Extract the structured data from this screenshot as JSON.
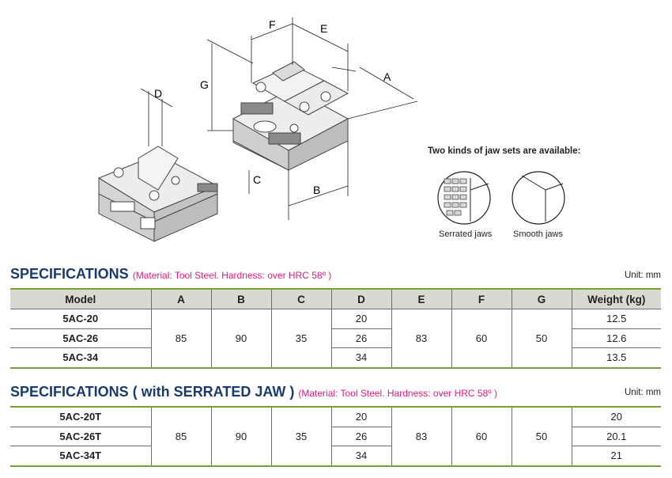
{
  "diagram": {
    "dim_labels": {
      "a": "A",
      "b": "B",
      "c": "C",
      "d": "D",
      "e": "E",
      "f": "F",
      "g": "G"
    },
    "jaw_title": "Two kinds of jaw sets are available:",
    "jaw_types": [
      "Serrated jaws",
      "Smooth jaws"
    ]
  },
  "spec1": {
    "title": "SPECIFICATIONS",
    "note": "(Material: Tool Steel. Hardness: over HRC 58º )",
    "unit": "Unit: mm",
    "headers": [
      "Model",
      "A",
      "B",
      "C",
      "D",
      "E",
      "F",
      "G",
      "Weight (kg)"
    ],
    "models": [
      "5AC-20",
      "5AC-26",
      "5AC-34"
    ],
    "a": "85",
    "b": "90",
    "c": "35",
    "d": [
      "20",
      "26",
      "34"
    ],
    "e": "83",
    "f": "60",
    "g": "50",
    "weights": [
      "12.5",
      "12.6",
      "13.5"
    ]
  },
  "spec2": {
    "title": "SPECIFICATIONS",
    "title_suffix": " ( with SERRATED JAW )",
    "note": "(Material: Tool Steel. Hardness: over HRC 58º )",
    "unit": "Unit: mm",
    "models": [
      "5AC-20T",
      "5AC-26T",
      "5AC-34T"
    ],
    "a": "85",
    "b": "90",
    "c": "35",
    "d": [
      "20",
      "26",
      "34"
    ],
    "e": "83",
    "f": "60",
    "g": "50",
    "weights": [
      "20",
      "20.1",
      "21"
    ]
  },
  "colors": {
    "title": "#1a3b6e",
    "note": "#e5197d",
    "rule": "#74a233",
    "header_bg": "#d9d9d2"
  }
}
